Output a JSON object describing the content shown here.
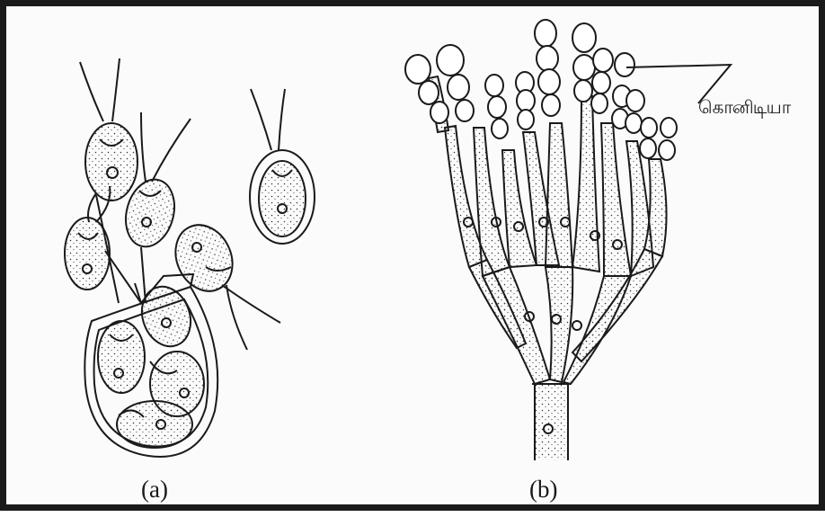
{
  "figure": {
    "panels": [
      {
        "id": "a",
        "caption": "(a)"
      },
      {
        "id": "b",
        "caption": "(b)"
      }
    ],
    "callout_label": "கொனிடியா",
    "colors": {
      "ink": "#1a1a1a",
      "border": "#1a1a1a",
      "background": "#fbfbfb"
    }
  }
}
